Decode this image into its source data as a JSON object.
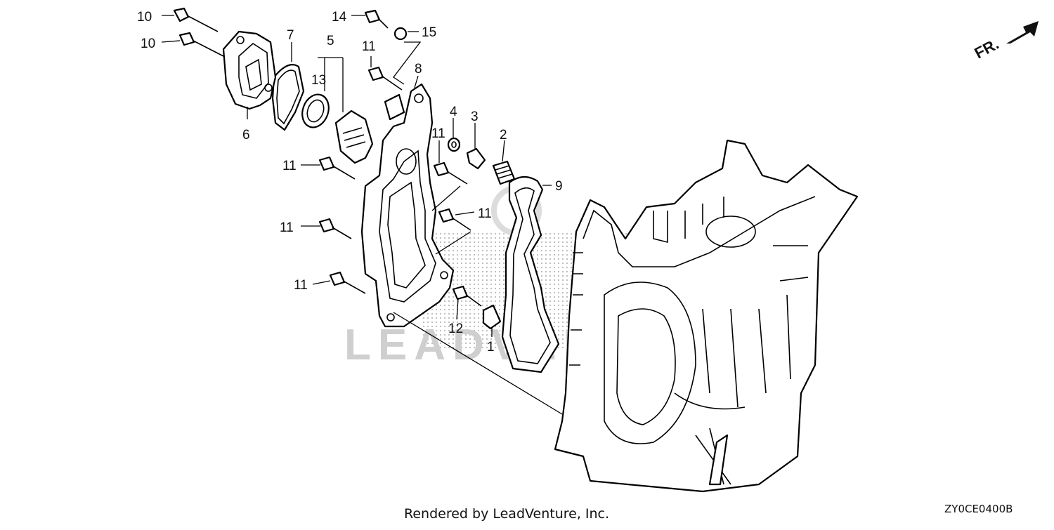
{
  "diagram": {
    "watermark": "LEADVENTURE",
    "footer": "Rendered by LeadVenture, Inc.",
    "drawing_code": "ZY0CE0400B",
    "direction_label": "FR.",
    "callouts": {
      "c10a": "10",
      "c10b": "10",
      "c14": "14",
      "c15": "15",
      "c7": "7",
      "c5": "5",
      "c13": "13",
      "c11a": "11",
      "c8": "8",
      "c6": "6",
      "c4": "4",
      "c3": "3",
      "c11b": "11",
      "c2": "2",
      "c9": "9",
      "c11c": "11",
      "c11d": "11",
      "c11e": "11",
      "c11f": "11",
      "c12": "12",
      "c1": "1"
    }
  }
}
